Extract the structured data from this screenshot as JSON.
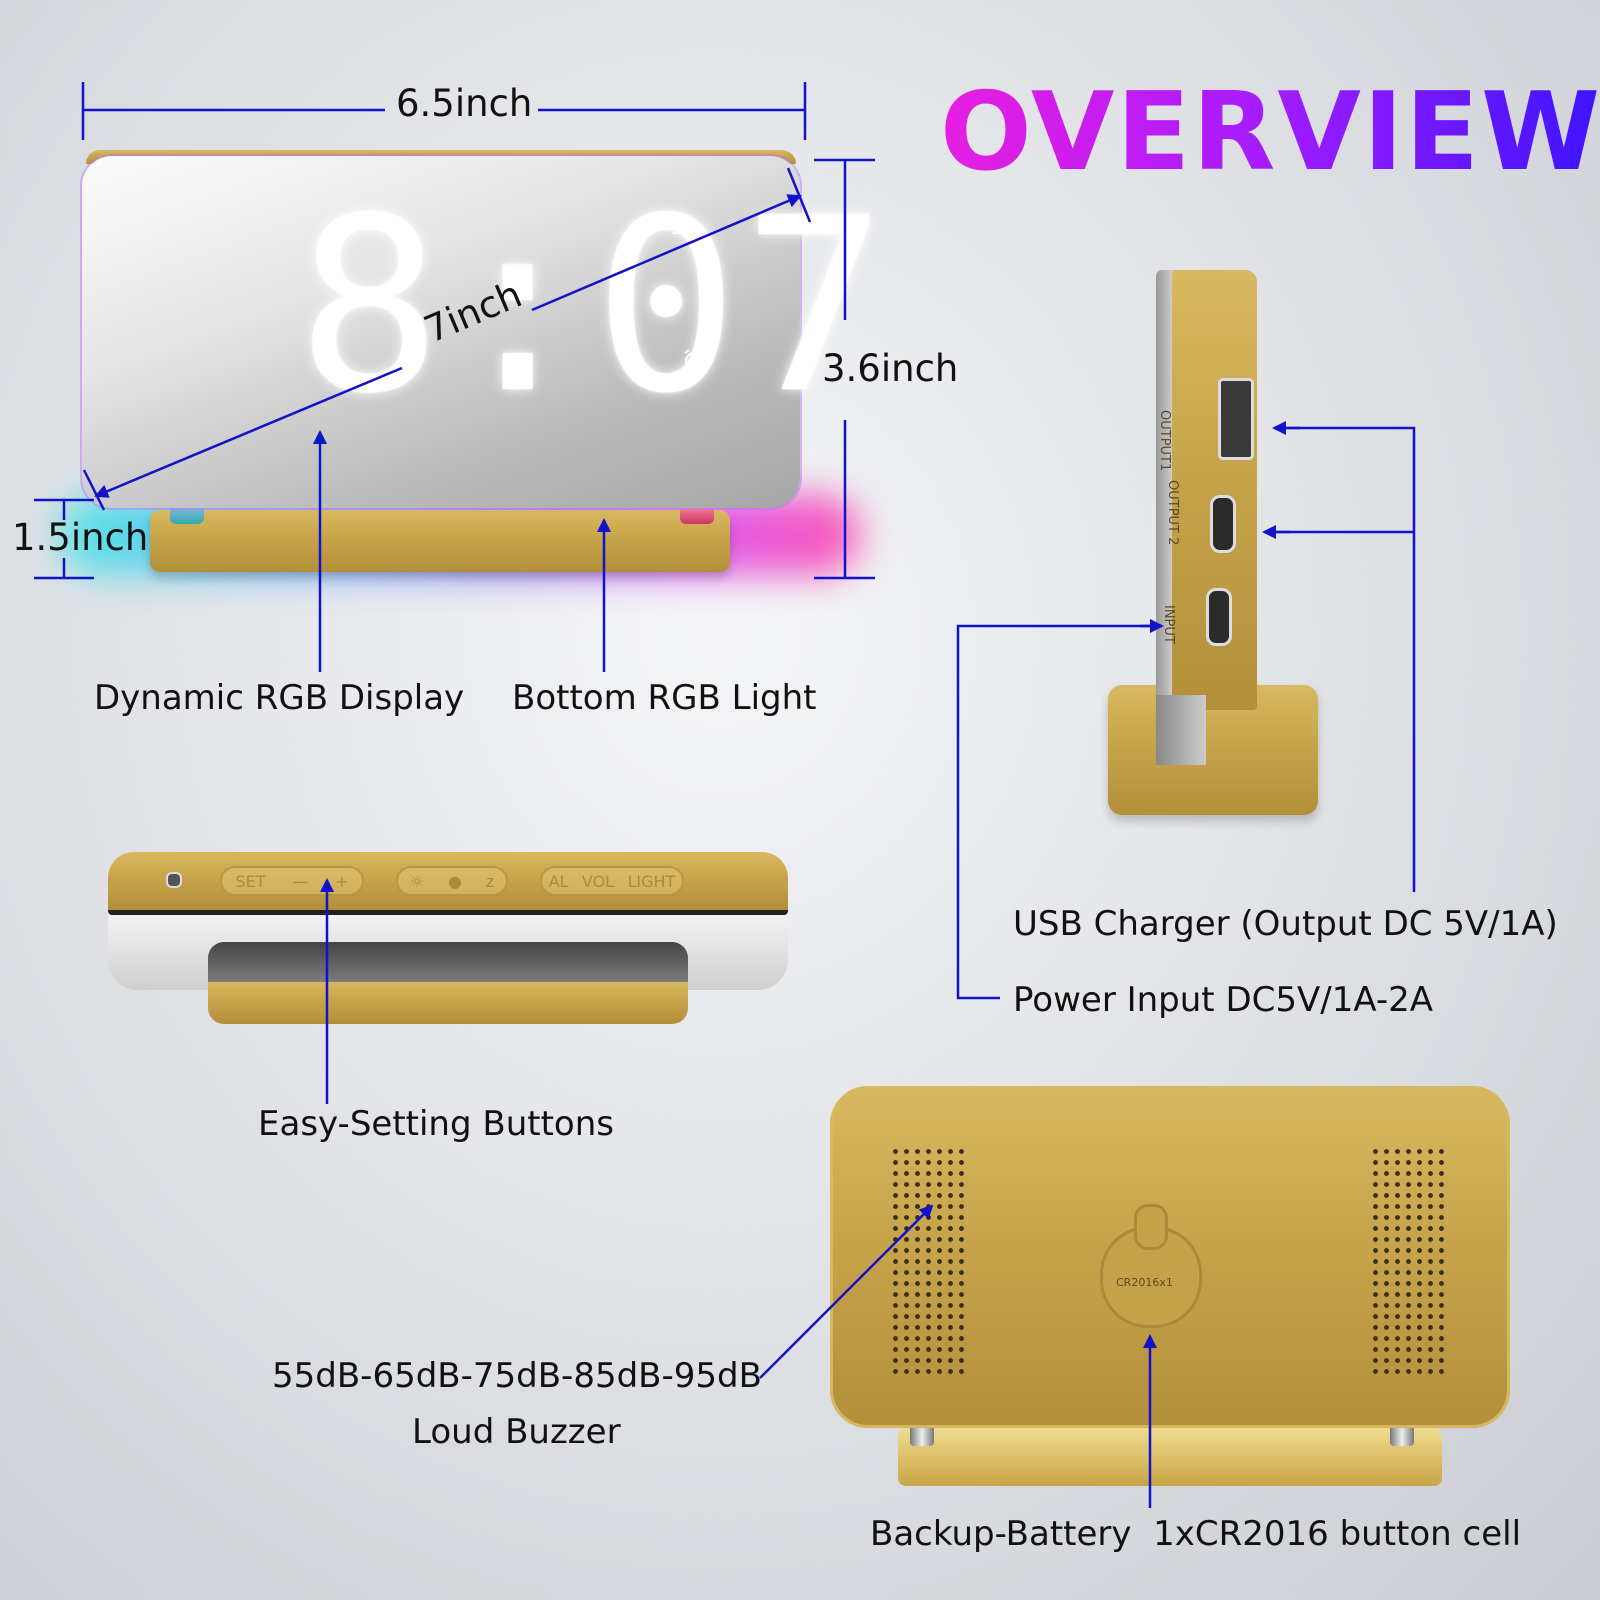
{
  "title": "OVERVIEW",
  "dimensions": {
    "width": "6.5inch",
    "diagonal": "7inch",
    "height": "3.6inch",
    "depth": "1.5inch"
  },
  "clock_display": {
    "time": "8:07",
    "snooze_mark": "zZ"
  },
  "front_labels": {
    "display": "Dynamic RGB Display",
    "bottom_light": "Bottom RGB Light"
  },
  "side_ports": {
    "output1": "OUTPUT1",
    "output2": "OUTPUT 2",
    "input": "INPUT",
    "usb_label": "USB Charger (Output DC 5V/1A)",
    "power_label": "Power Input DC5V/1A-2A"
  },
  "top_buttons": {
    "set": "SET",
    "minus": "—",
    "plus": "+",
    "al": "AL",
    "vol": "VOL",
    "light": "LIGHT",
    "caption": "Easy-Setting Buttons"
  },
  "back": {
    "buzzer_line1": "55dB-65dB-75dB-85dB-95dB",
    "buzzer_line2": "Loud Buzzer",
    "battery_code": "CR2016x1",
    "battery_label": "Backup-Battery  1xCR2016 button cell"
  },
  "colors": {
    "accent_line": "#1212c8",
    "gold": "#c5a24a",
    "title_start": "#e81ee0",
    "title_end": "#3d14ff"
  }
}
